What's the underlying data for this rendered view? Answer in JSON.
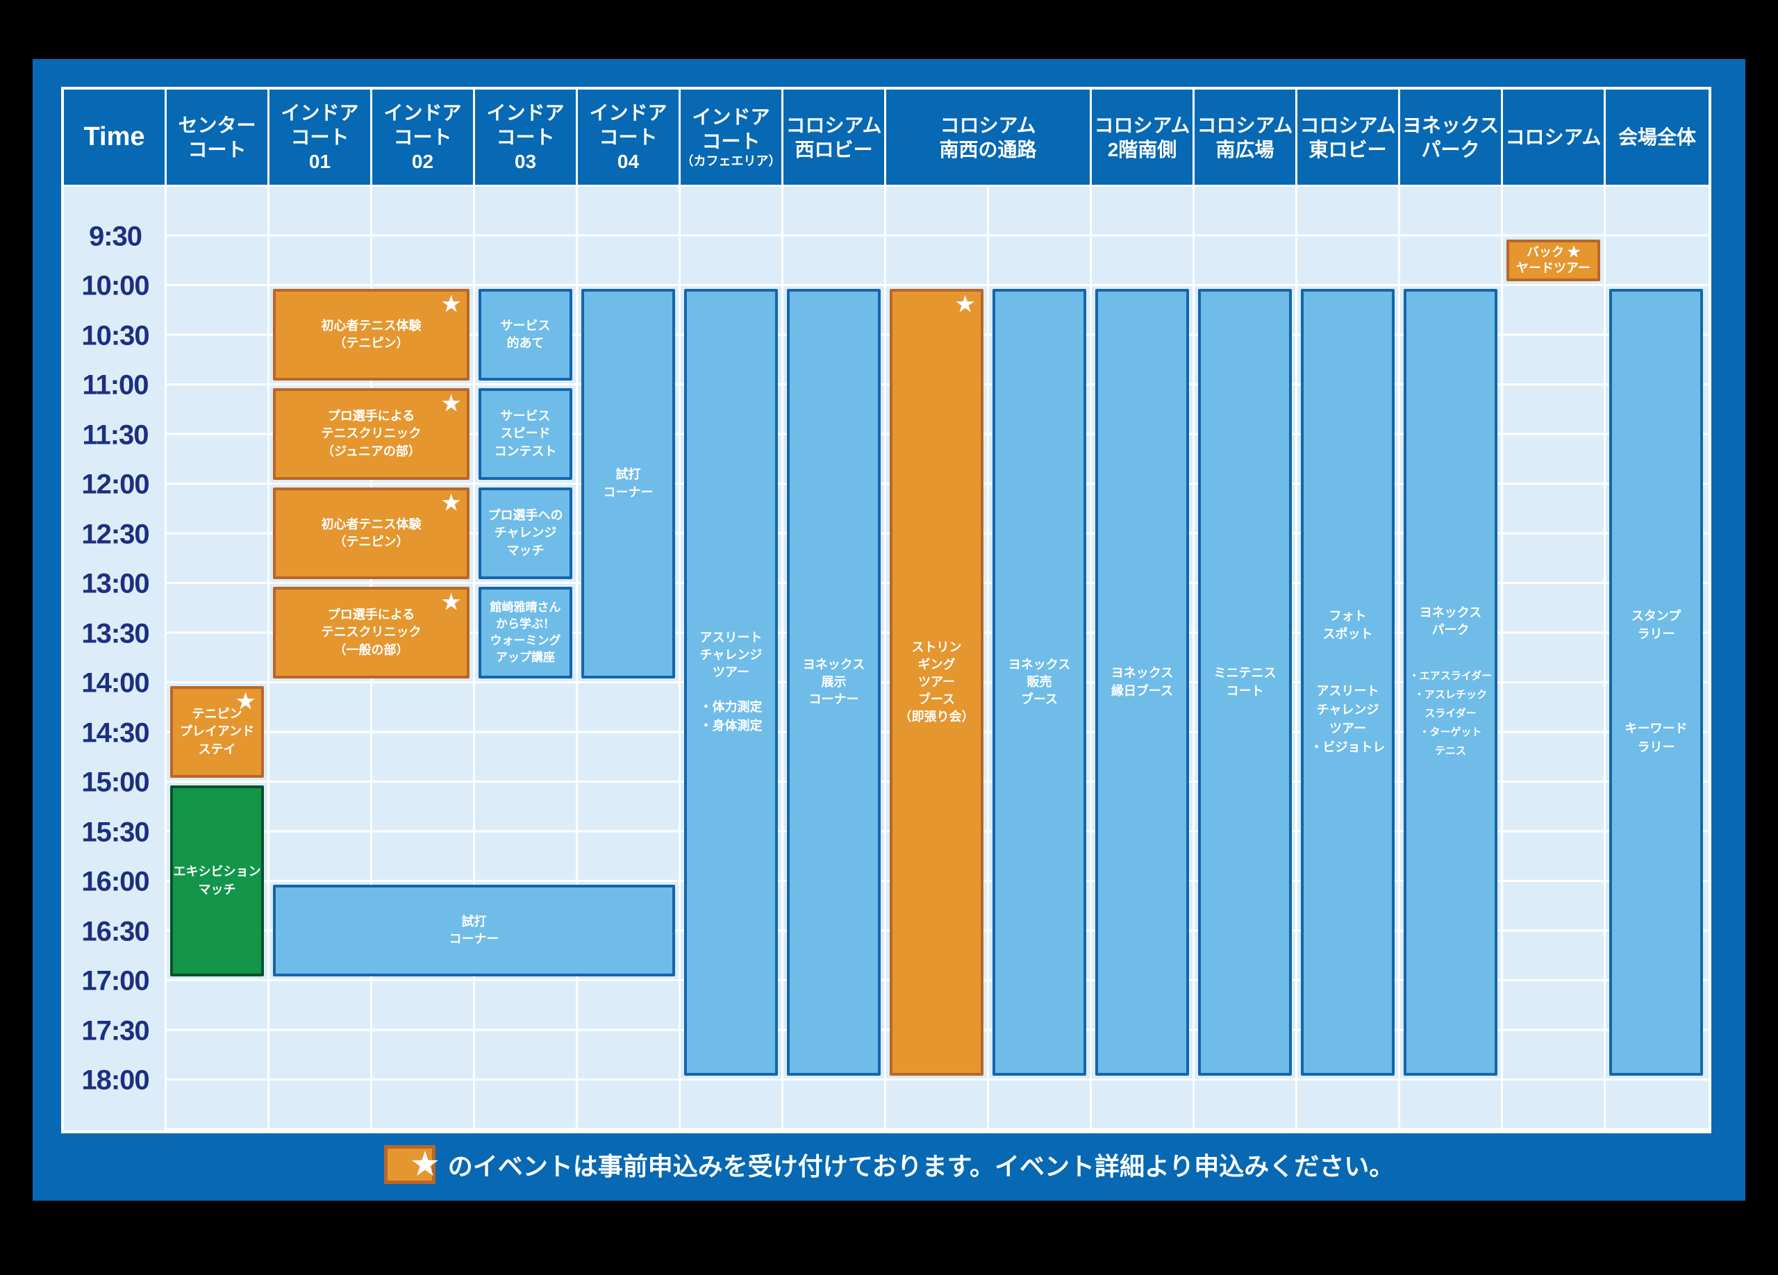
{
  "glyphs": {
    "star": "★"
  },
  "colors": {
    "panel": "#0768b3",
    "grid_bg": "#dcedf9",
    "grid_line": "#ffffff",
    "time_text": "#1d2f80",
    "event_blue_fill": "#6fbce8",
    "event_blue_border": "#1465ac",
    "event_orange_fill": "#e5962e",
    "event_orange_border": "#b9662b",
    "event_green_fill": "#13954a",
    "event_green_border": "#06522a"
  },
  "header": {
    "time": "Time",
    "cols": [
      {
        "label": "センター\nコート"
      },
      {
        "label": "インドア\nコート\n01"
      },
      {
        "label": "インドア\nコート\n02"
      },
      {
        "label": "インドア\nコート\n03"
      },
      {
        "label": "インドア\nコート\n04"
      },
      {
        "label": "インドア\nコート",
        "sub": "（カフェエリア）"
      },
      {
        "label": "コロシアム\n西ロビー"
      },
      {
        "label": "コロシアム\n南西の通路"
      },
      {
        "label": "コロシアム\n2階南側"
      },
      {
        "label": "コロシアム\n南広場"
      },
      {
        "label": "コロシアム\n東ロビー"
      },
      {
        "label": "ヨネックス\nパーク"
      },
      {
        "label": "コロシアム"
      },
      {
        "label": "会場全体"
      }
    ]
  },
  "times": [
    "9:30",
    "10:00",
    "10:30",
    "11:00",
    "11:30",
    "12:00",
    "12:30",
    "13:00",
    "13:30",
    "14:00",
    "14:30",
    "15:00",
    "15:30",
    "16:00",
    "16:30",
    "17:00",
    "17:30",
    "18:00"
  ],
  "events": [
    {
      "venue": "コロシアム",
      "start": "9:30",
      "end": "10:00",
      "star": true,
      "color": "orange",
      "title": "バック ★\nヤードツアー"
    },
    {
      "venue": "インドアコート01-02",
      "start": "10:00",
      "end": "11:00",
      "star": true,
      "color": "orange",
      "title": "初心者テニス体験\n（テニピン）"
    },
    {
      "venue": "インドアコート01-02",
      "start": "11:00",
      "end": "12:00",
      "star": true,
      "color": "orange",
      "title": "プロ選手による\nテニスクリニック\n（ジュニアの部）"
    },
    {
      "venue": "インドアコート01-02",
      "start": "12:00",
      "end": "13:00",
      "star": true,
      "color": "orange",
      "title": "初心者テニス体験\n（テニピン）"
    },
    {
      "venue": "インドアコート01-02",
      "start": "13:00",
      "end": "14:00",
      "star": true,
      "color": "orange",
      "title": "プロ選手による\nテニスクリニック\n（一般の部）"
    },
    {
      "venue": "インドアコート03",
      "start": "10:00",
      "end": "11:00",
      "star": false,
      "color": "blue",
      "title": "サービス\n的あて"
    },
    {
      "venue": "インドアコート03",
      "start": "11:00",
      "end": "12:00",
      "star": false,
      "color": "blue",
      "title": "サービス\nスピード\nコンテスト"
    },
    {
      "venue": "インドアコート03",
      "start": "12:00",
      "end": "13:00",
      "star": false,
      "color": "blue",
      "title": "プロ選手への\nチャレンジ\nマッチ"
    },
    {
      "venue": "インドアコート03",
      "start": "13:00",
      "end": "14:00",
      "star": false,
      "color": "blue",
      "title": "館崎雅晴さん\nから学ぶ！\nウォーミング\nアップ講座"
    },
    {
      "venue": "インドアコート04",
      "start": "10:00",
      "end": "14:00",
      "star": false,
      "color": "blue",
      "title": "試打\nコーナー"
    },
    {
      "venue": "インドアコート（カフェエリア）",
      "start": "10:00",
      "end": "18:00",
      "star": false,
      "color": "blue",
      "title": "アスリート\nチャレンジ\nツアー",
      "sub": "・体力測定\n・身体測定"
    },
    {
      "venue": "コロシアム西ロビー",
      "start": "10:00",
      "end": "18:00",
      "star": false,
      "color": "blue",
      "title": "ヨネックス\n展示\nコーナー"
    },
    {
      "venue": "コロシアム南西の通路",
      "start": "10:00",
      "end": "18:00",
      "star": true,
      "color": "orange",
      "title": "ストリン\nギング\nツアー\nブース\n（即張り会）"
    },
    {
      "venue": "コロシアム南西の通路",
      "start": "10:00",
      "end": "18:00",
      "star": false,
      "color": "blue",
      "title": "ヨネックス\n販売\nブース"
    },
    {
      "venue": "コロシアム2階南側",
      "start": "10:00",
      "end": "18:00",
      "star": false,
      "color": "blue",
      "title": "ヨネックス\n縁日ブース"
    },
    {
      "venue": "コロシアム南広場",
      "start": "10:00",
      "end": "18:00",
      "star": false,
      "color": "blue",
      "title": "ミニテニス\nコート"
    },
    {
      "venue": "コロシアム東ロビー",
      "start": "10:00",
      "end": "18:00",
      "star": false,
      "color": "blue",
      "title": "フォト\nスポット",
      "sub": "アスリート\nチャレンジ\nツアー\n・ビジョトレ"
    },
    {
      "venue": "ヨネックスパーク",
      "start": "10:00",
      "end": "18:00",
      "star": false,
      "color": "blue",
      "title": "ヨネックス\nパーク",
      "sub": "・エアスライダー\n・アスレチック\nスライダー\n・ターゲット\nテニス"
    },
    {
      "venue": "センターコート",
      "start": "14:00",
      "end": "15:00",
      "star": true,
      "color": "orange",
      "title": "テニピン\nプレイアンド\nステイ"
    },
    {
      "venue": "センターコート",
      "start": "15:00",
      "end": "17:00",
      "star": false,
      "color": "green",
      "title": "エキシビション\nマッチ"
    },
    {
      "venue": "インドアコート01-04",
      "start": "16:00",
      "end": "17:00",
      "star": false,
      "color": "blue",
      "title": "試打\nコーナー"
    },
    {
      "venue": "会場全体",
      "start": "10:00",
      "end": "18:00",
      "star": false,
      "color": "blue",
      "title": "スタンプ\nラリー",
      "sub": "キーワード\nラリー"
    }
  ],
  "legend": {
    "star": "★",
    "text": "のイベントは事前申込みを受け付けております。イベント詳細より申込みください。"
  }
}
